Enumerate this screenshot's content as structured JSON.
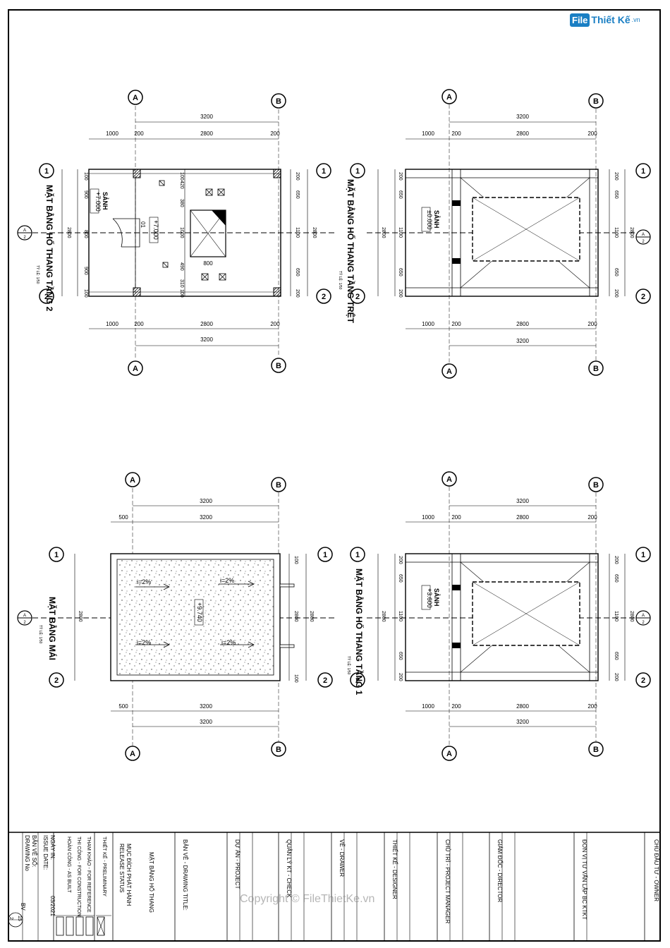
{
  "logo": {
    "mark": "File",
    "text": "Thiết Kế",
    "domain": ".vn"
  },
  "watermark": "Copyright © FileThietKe.vn",
  "grid": {
    "A": "A",
    "B": "B",
    "one": "1",
    "two": "2"
  },
  "section_marker": {
    "top": "A",
    "bottom": "2"
  },
  "plans": {
    "floor2": {
      "title": "MẶT BẰNG HỐ THANG TẦNG 2",
      "scale": "TỶ LỆ: 1/50",
      "room": "SẢNH",
      "level": "+7.000",
      "level2": "+7.000",
      "tag": "01",
      "dims_top": [
        "3200",
        "1000",
        "200",
        "2800",
        "200"
      ],
      "dims_left": [
        "100",
        "900",
        "800",
        "900",
        "100"
      ],
      "dims_left_total": "2800",
      "dims_inner": [
        "100",
        "420",
        "380",
        "1000",
        "490",
        "310",
        "100"
      ],
      "dims_inner2": "800",
      "dims_right": [
        "200",
        "650",
        "1100",
        "650",
        "200"
      ],
      "dims_right_total": "2800"
    },
    "ground": {
      "title": "MẶT BẰNG HỐ THANG TẦNG TRỆT",
      "scale": "TỶ LỆ: 1/50",
      "room": "SẢNH",
      "level": "±0.000",
      "dims_top": [
        "3200",
        "1000",
        "200",
        "2800",
        "200"
      ],
      "dims_side": [
        "200",
        "650",
        "1100",
        "650",
        "200"
      ],
      "dims_total": "2800"
    },
    "roof": {
      "title": "MẶT BẰNG MÁI",
      "scale": "TỶ LỆ: 1/50",
      "level": "+9.740",
      "slope": "i=2%",
      "dims_top": [
        "3200",
        "500",
        "3200"
      ],
      "dims_right": [
        "100",
        "2800",
        "100"
      ],
      "dims_total": "2800",
      "dims_bottom": [
        "500",
        "3200",
        "3200"
      ]
    },
    "floor1": {
      "title": "MẶT BẰNG HỐ THANG TẦNG 1",
      "scale": "TỶ LỆ: 1/50",
      "room": "SẢNH",
      "level": "+3.600",
      "dims_top": [
        "3200",
        "1000",
        "200",
        "2800",
        "200"
      ],
      "dims_side": [
        "200",
        "650",
        "1100",
        "650",
        "200"
      ],
      "dims_total": "2800"
    }
  },
  "title_block": {
    "owner": "CHỦ ĐẦU TƯ - OWNER",
    "consultant": "ĐƠN VỊ TƯ VẤN LẬP BC KTKT",
    "director": "GIÁM ĐỐC - DIRECTOR",
    "pm": "CHỦ TRÌ - PROJECT MANAGER",
    "designer": "THIẾT KẾ - DESIGNER",
    "drawer": "VẼ - DRAWER",
    "check": "QUẢN LÝ KT - CHECK",
    "project": "DỰ ÁN - PROJECT",
    "drawing_title_label": "BẢN VẼ - DRAWING TITLE:",
    "drawing_title": "MẶT BẰNG HỐ THANG",
    "release_label": "MỤC ĐÍCH PHÁT HÀNH",
    "release_label_en": "RELEASE STATUS",
    "status": [
      "THIẾT KẾ - PRELIMINARY",
      "THAM KHẢO - FOR REFERENCE",
      "THI CÔNG - FOR CONSTRUCTION",
      "HOÀN CÔNG - AS BUILT"
    ],
    "issue_label": "NGÀY IN:",
    "issue_label_en": "ISSUE DATE:",
    "issue_date": "03/2021",
    "drawing_no_label": "BẢN VẼ SỐ:",
    "drawing_no_label_en": "DRAWING No",
    "drawing_no_prefix": "BV",
    "drawing_no_num": "15",
    "drawing_no_den": "2"
  }
}
